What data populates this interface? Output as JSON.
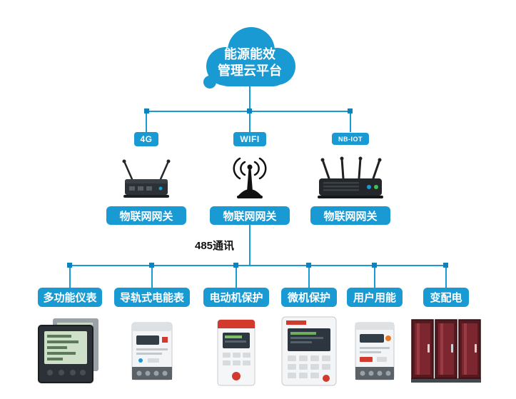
{
  "colors": {
    "line_blue": "#199ad3",
    "node_blue": "#0e82ba",
    "label_blue": "#199ad3",
    "accent_red": "#d23a2e",
    "cabinet_red": "#7c2630"
  },
  "cloud": {
    "line1": "能源能效",
    "line2": "管理云平台"
  },
  "branches": [
    {
      "badge": "4G",
      "gateway_label": "物联网网关",
      "device_icon": "4g-router-icon"
    },
    {
      "badge": "WIFI",
      "gateway_label": "物联网网关",
      "device_icon": "wifi-antenna-icon"
    },
    {
      "badge": "NB-IOT",
      "gateway_label": "物联网网关",
      "device_icon": "nbiot-router-icon"
    }
  ],
  "bus": {
    "label": "485通讯"
  },
  "terminals": [
    {
      "label": "多功能仪表",
      "device_icon": "multifunction-meter-icon"
    },
    {
      "label": "导轨式电能表",
      "device_icon": "din-rail-energy-meter-icon"
    },
    {
      "label": "电动机保护",
      "device_icon": "motor-protection-icon"
    },
    {
      "label": "微机保护",
      "device_icon": "microcomputer-protection-icon"
    },
    {
      "label": "用户用能",
      "device_icon": "user-energy-meter-icon"
    },
    {
      "label": "变配电",
      "device_icon": "power-distribution-cabinet-icon"
    }
  ]
}
